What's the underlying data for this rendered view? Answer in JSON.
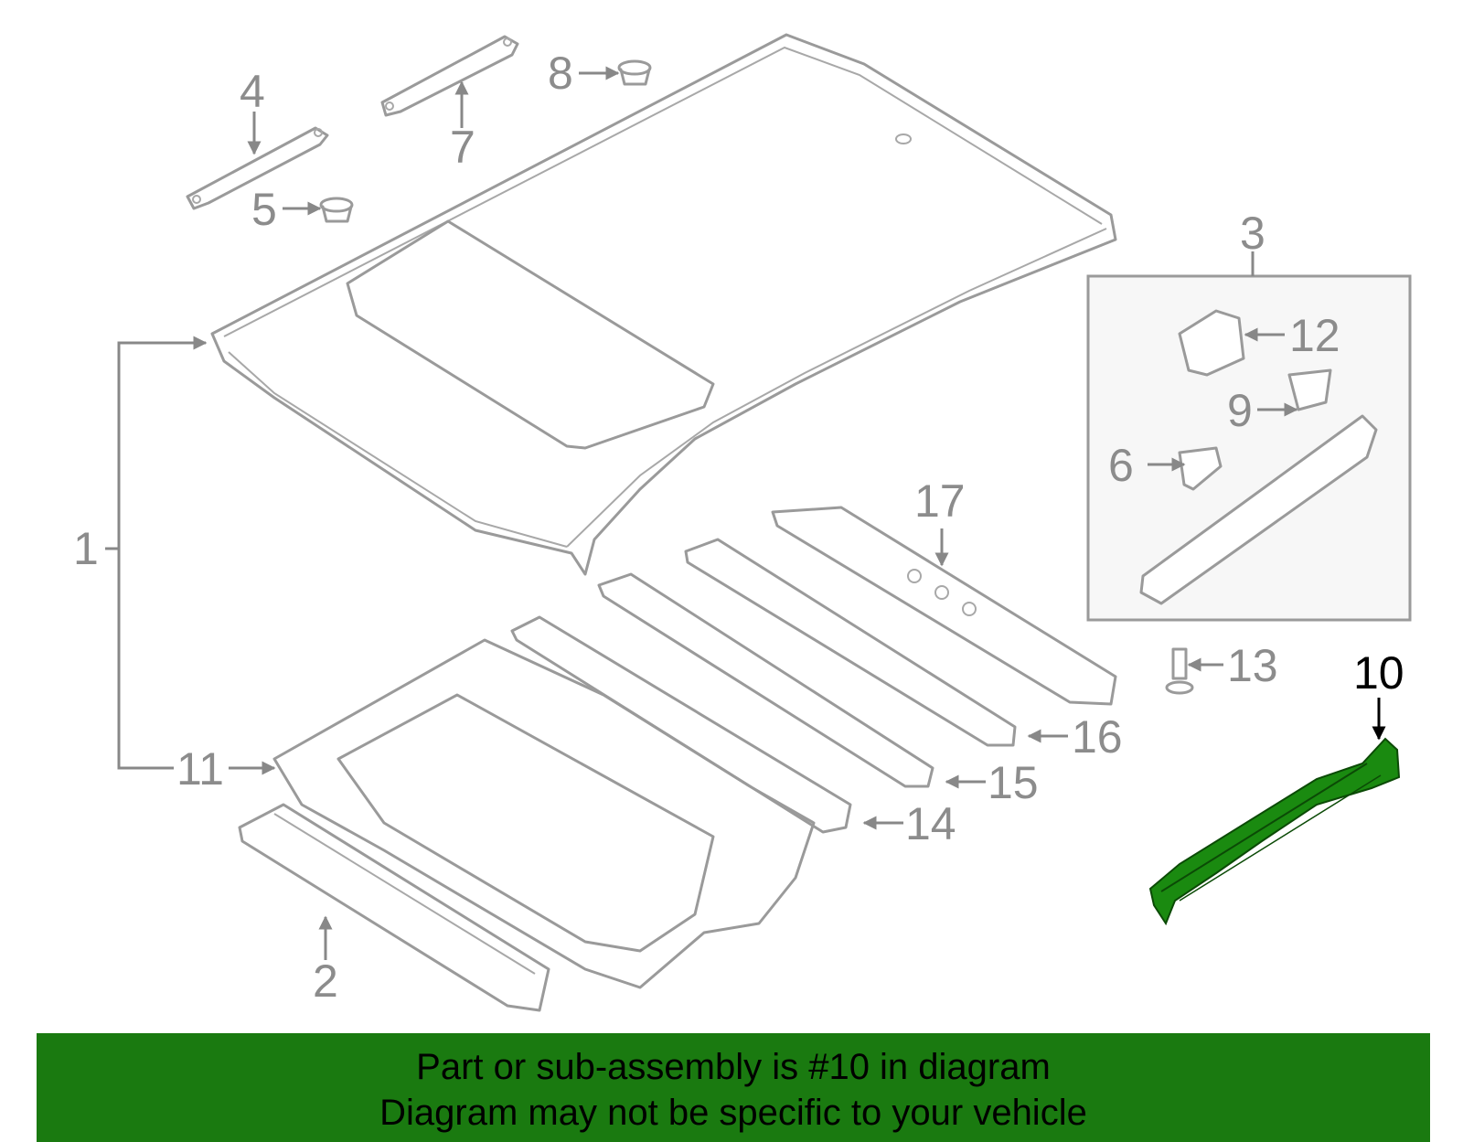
{
  "diagram": {
    "callouts": [
      {
        "id": "1",
        "label": "1"
      },
      {
        "id": "2",
        "label": "2"
      },
      {
        "id": "3",
        "label": "3"
      },
      {
        "id": "4",
        "label": "4"
      },
      {
        "id": "5",
        "label": "5"
      },
      {
        "id": "6",
        "label": "6"
      },
      {
        "id": "7",
        "label": "7"
      },
      {
        "id": "8",
        "label": "8"
      },
      {
        "id": "9",
        "label": "9"
      },
      {
        "id": "10",
        "label": "10",
        "highlighted": true
      },
      {
        "id": "11",
        "label": "11"
      },
      {
        "id": "12",
        "label": "12"
      },
      {
        "id": "13",
        "label": "13"
      },
      {
        "id": "14",
        "label": "14"
      },
      {
        "id": "15",
        "label": "15"
      },
      {
        "id": "16",
        "label": "16"
      },
      {
        "id": "17",
        "label": "17"
      }
    ],
    "highlight_color": "#1a8a10"
  },
  "banner": {
    "line1": "Part or sub-assembly is #10 in diagram",
    "line2": "Diagram may not be specific to your vehicle",
    "background": "#1a7a10"
  }
}
